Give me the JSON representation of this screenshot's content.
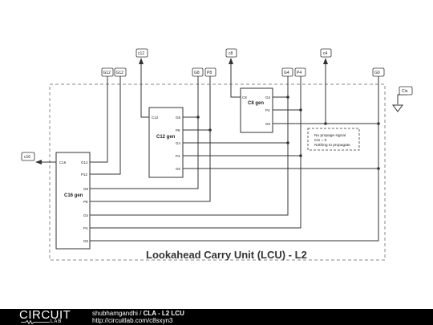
{
  "diagram": {
    "title": "Lookahead Carry Unit (LCU) - L2",
    "blocks": {
      "c16_gen": {
        "name": "C16 gen",
        "pins": {
          "c16": "C16",
          "g12": "G12",
          "p12": "P12",
          "g8": "G8",
          "p8": "P8",
          "g4": "G4",
          "p4": "P4",
          "g0": "G0"
        }
      },
      "c12_gen": {
        "name": "C12 gen",
        "pins": {
          "c12": "C12",
          "g8": "G8",
          "p8": "P8",
          "g4": "G4",
          "p4": "P4",
          "g0": "G0"
        }
      },
      "c8_gen": {
        "name": "C8 gen",
        "pins": {
          "c8": "C8",
          "g4": "G4",
          "p4": "P4",
          "g0": "G0"
        }
      }
    },
    "labels": {
      "g12a": "G12",
      "g12b": "G12",
      "c12": "c12",
      "g8": "G8",
      "p8": "P8",
      "c8": "c8",
      "g4": "G4",
      "p4": "P4",
      "c4": "c4",
      "g0": "G0",
      "cin": "Cin",
      "c16": "c16"
    },
    "note": [
      "No propage signal",
      "Cin = 0",
      "Nothing to propagate"
    ]
  },
  "footer": {
    "logo_top": "CIRCUIT",
    "logo_bottom": "LAB",
    "author": "shubhamgandhi",
    "separator": " / ",
    "project": "CLA - L2 LCU",
    "url": "http://circuitlab.com/c8sxyn3"
  }
}
